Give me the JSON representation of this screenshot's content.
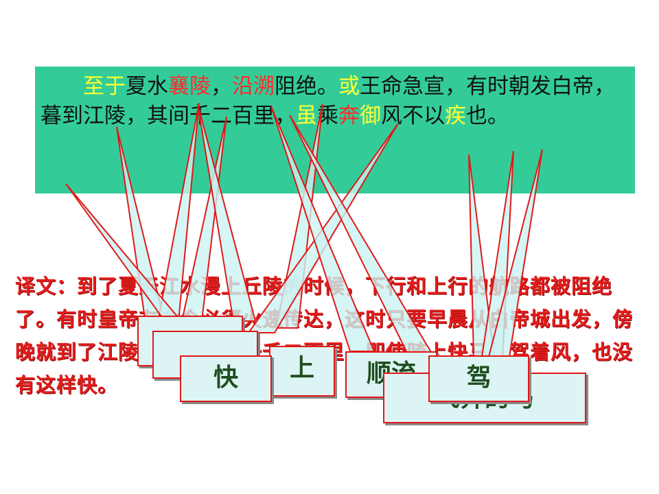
{
  "passage": {
    "indent": "　　",
    "segments": [
      {
        "text": "至于",
        "style": "yellow"
      },
      {
        "text": "夏水",
        "style": "plain"
      },
      {
        "text": "襄陵",
        "style": "red"
      },
      {
        "text": "，",
        "style": "plain"
      },
      {
        "text": "沿溯",
        "style": "red"
      },
      {
        "text": "阻绝。",
        "style": "plain"
      },
      {
        "text": "或",
        "style": "yellow"
      },
      {
        "text": "王命急宣，有时朝发白帝，暮到江陵，其间千二百里，",
        "style": "plain"
      },
      {
        "text": "虽",
        "style": "yellow"
      },
      {
        "text": "乘",
        "style": "plain"
      },
      {
        "text": "奔",
        "style": "red"
      },
      {
        "text": "御",
        "style": "yellow"
      },
      {
        "text": "风不以",
        "style": "plain"
      },
      {
        "text": "疾",
        "style": "yellow"
      },
      {
        "text": "也。",
        "style": "plain"
      }
    ]
  },
  "translation": {
    "text": "译文：到了夏天江水漫上丘陵的时候，下行和上行的航路都被阻绝了。有时皇帝有命令必须火速传达，这时只要早晨从白帝城出发，傍晚就到了江陵，中间相距一千二百里，即使骑上快马，驾着风，也没有这样快。"
  },
  "callouts": [
    {
      "label": "",
      "name": "callout-back-1"
    },
    {
      "label": "",
      "name": "callout-back-2"
    },
    {
      "label": "上",
      "name": "callout-shang"
    },
    {
      "label": "快",
      "name": "callout-kuai"
    },
    {
      "label": "顺流",
      "name": "callout-shunliu"
    },
    {
      "label": "飞奔的马",
      "name": "callout-fenbenma"
    },
    {
      "label": "驾",
      "name": "callout-jia"
    }
  ],
  "colors": {
    "panel": "#33cc99",
    "highlight_yellow": "#ffff33",
    "highlight_red": "#ff2a2a",
    "translation": "#e41b1b",
    "callout_border": "#e01818",
    "callout_fill": "#ddf4f4"
  }
}
